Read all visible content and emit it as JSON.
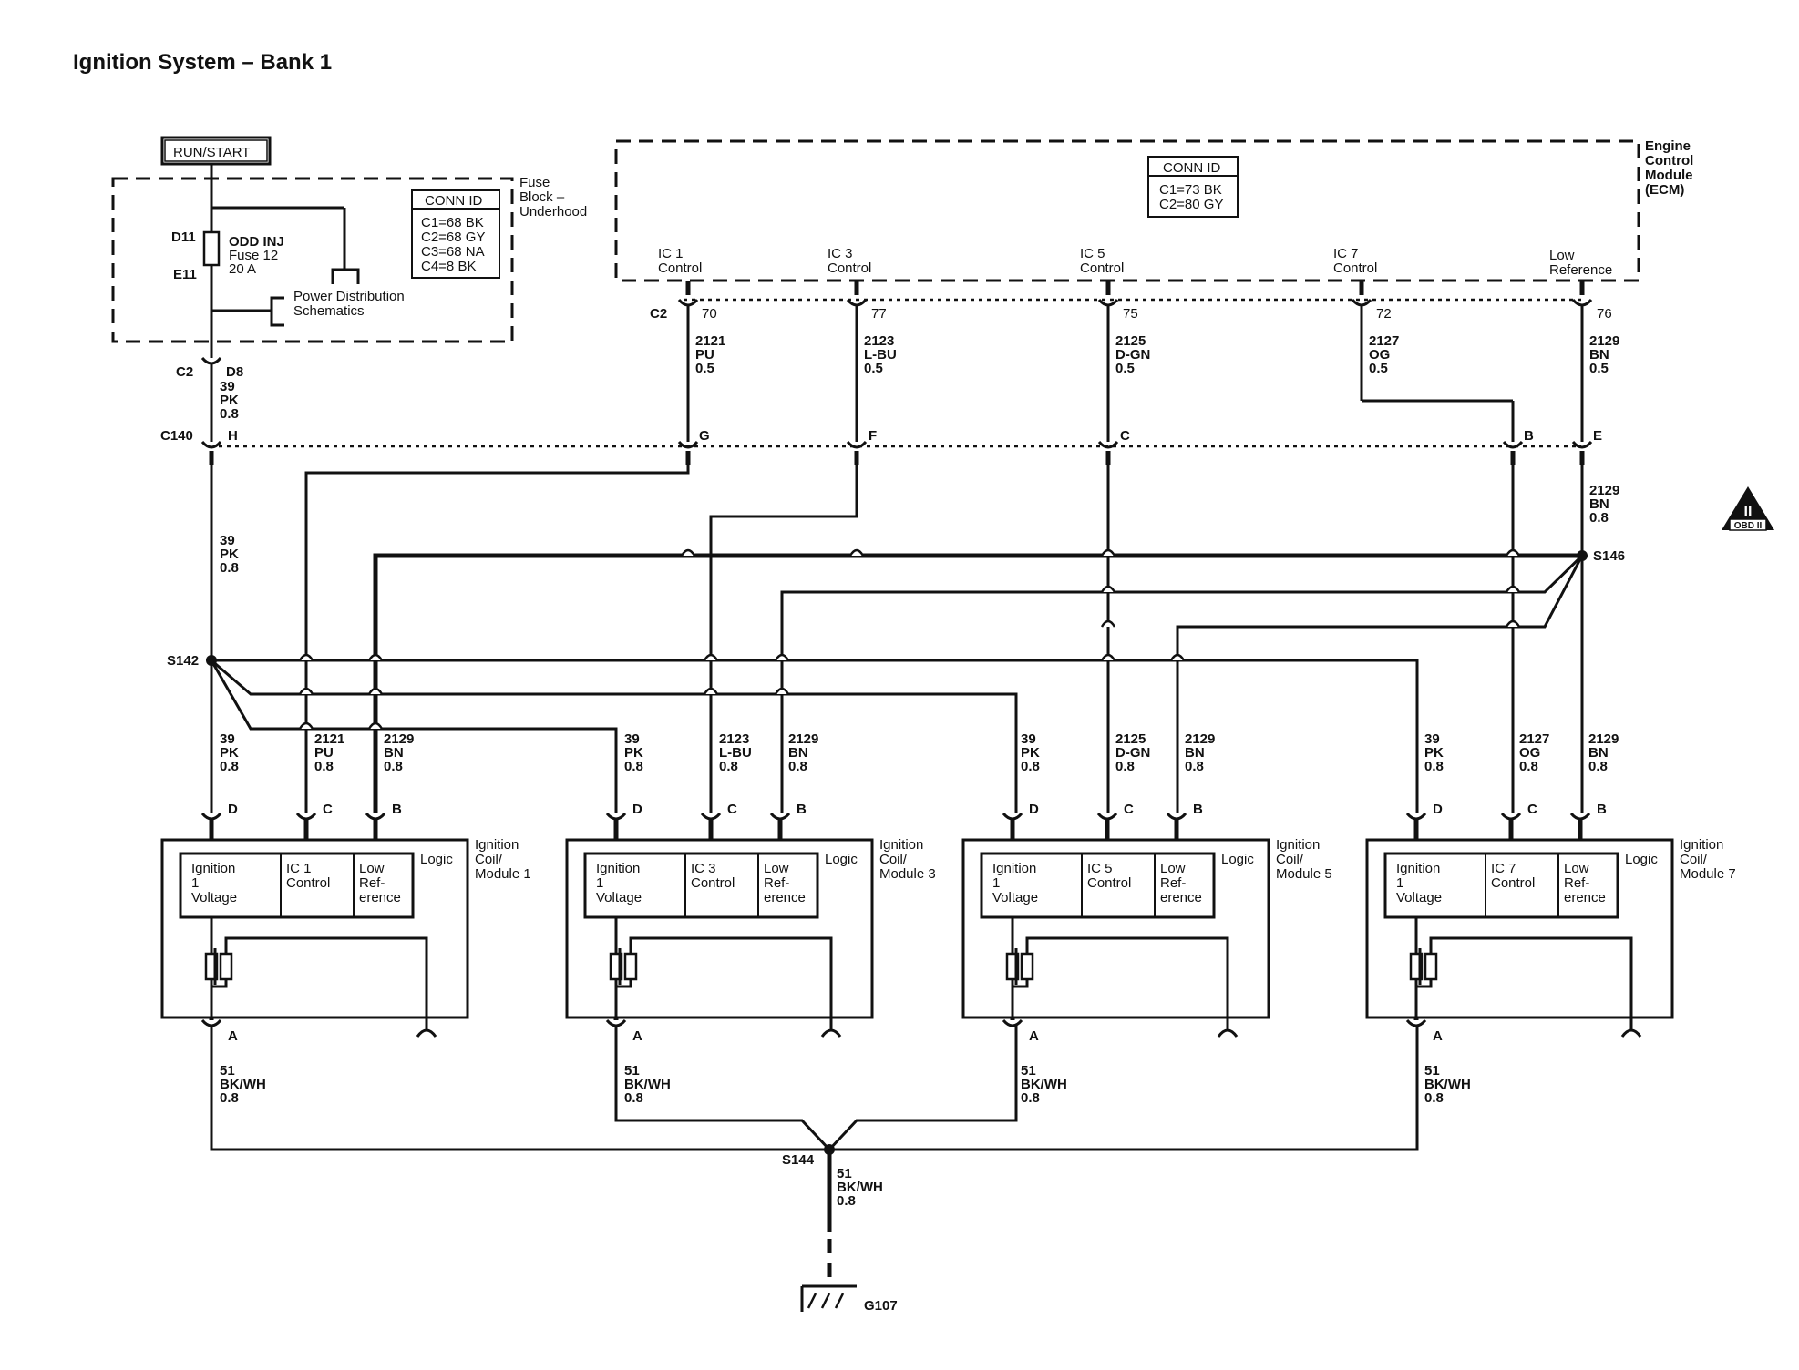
{
  "title": "Ignition System – Bank 1",
  "run_start": "RUN/START",
  "fuse_block": {
    "label_lines": [
      "Fuse",
      "Block –",
      "Underhood"
    ],
    "pin_top": "D11",
    "pin_bottom": "E11",
    "fuse_lines": [
      "ODD INJ",
      "Fuse 12",
      "20 A"
    ],
    "pds_lines": [
      "Power Distribution",
      "Schematics"
    ],
    "conn_title": "CONN ID",
    "conn_lines": [
      "C1=68 BK",
      "C2=68 GY",
      "C3=68 NA",
      "C4=8 BK"
    ]
  },
  "fuse_connector": {
    "conn": "C2",
    "pin": "D8"
  },
  "wire_39_top": [
    "39",
    "PK",
    "0.8"
  ],
  "ecm": {
    "label_lines": [
      "Engine",
      "Control",
      "Module",
      "(ECM)"
    ],
    "conn_title": "CONN ID",
    "conn_lines": [
      "C1=73 BK",
      "C2=80 GY"
    ],
    "conn_label": "C2",
    "pins": [
      {
        "label_lines": [
          "IC 1",
          "Control"
        ],
        "pin": "70",
        "wire": [
          "2121",
          "PU",
          "0.5"
        ],
        "c140": "G"
      },
      {
        "label_lines": [
          "IC 3",
          "Control"
        ],
        "pin": "77",
        "wire": [
          "2123",
          "L-BU",
          "0.5"
        ],
        "c140": "F"
      },
      {
        "label_lines": [
          "IC 5",
          "Control"
        ],
        "pin": "75",
        "wire": [
          "2125",
          "D-GN",
          "0.5"
        ],
        "c140": "C"
      },
      {
        "label_lines": [
          "IC 7",
          "Control"
        ],
        "pin": "72",
        "wire": [
          "2127",
          "OG",
          "0.5"
        ],
        "c140": "B"
      },
      {
        "label_lines": [
          "Low",
          "Reference"
        ],
        "pin": "76",
        "wire": [
          "2129",
          "BN",
          "0.5"
        ],
        "c140": "E"
      }
    ]
  },
  "c140": {
    "label": "C140",
    "pin_h": "H"
  },
  "s146": {
    "label": "S146",
    "wire": [
      "2129",
      "BN",
      "0.8"
    ]
  },
  "s142": {
    "label": "S142"
  },
  "wire_39_mid": [
    "39",
    "PK",
    "0.8"
  ],
  "obd": {
    "mark": "II",
    "label": "OBD II"
  },
  "modules": [
    {
      "title_lines": [
        "Ignition",
        "Coil/",
        "Module 1"
      ],
      "wires": [
        [
          "39",
          "PK",
          "0.8"
        ],
        [
          "2121",
          "PU",
          "0.8"
        ],
        [
          "2129",
          "BN",
          "0.8"
        ]
      ],
      "pins": [
        "D",
        "C",
        "B"
      ],
      "cells": [
        [
          "Ignition",
          "1",
          "Voltage"
        ],
        [
          "IC 1",
          "Control"
        ],
        [
          "Low",
          "Ref-",
          "erence"
        ]
      ],
      "logic": "Logic",
      "ground_pin": "A",
      "ground_wire": [
        "51",
        "BK/WH",
        "0.8"
      ]
    },
    {
      "title_lines": [
        "Ignition",
        "Coil/",
        "Module 3"
      ],
      "wires": [
        [
          "39",
          "PK",
          "0.8"
        ],
        [
          "2123",
          "L-BU",
          "0.8"
        ],
        [
          "2129",
          "BN",
          "0.8"
        ]
      ],
      "pins": [
        "D",
        "C",
        "B"
      ],
      "cells": [
        [
          "Ignition",
          "1",
          "Voltage"
        ],
        [
          "IC 3",
          "Control"
        ],
        [
          "Low",
          "Ref-",
          "erence"
        ]
      ],
      "logic": "Logic",
      "ground_pin": "A",
      "ground_wire": [
        "51",
        "BK/WH",
        "0.8"
      ]
    },
    {
      "title_lines": [
        "Ignition",
        "Coil/",
        "Module 5"
      ],
      "wires": [
        [
          "39",
          "PK",
          "0.8"
        ],
        [
          "2125",
          "D-GN",
          "0.8"
        ],
        [
          "2129",
          "BN",
          "0.8"
        ]
      ],
      "pins": [
        "D",
        "C",
        "B"
      ],
      "cells": [
        [
          "Ignition",
          "1",
          "Voltage"
        ],
        [
          "IC 5",
          "Control"
        ],
        [
          "Low",
          "Ref-",
          "erence"
        ]
      ],
      "logic": "Logic",
      "ground_pin": "A",
      "ground_wire": [
        "51",
        "BK/WH",
        "0.8"
      ]
    },
    {
      "title_lines": [
        "Ignition",
        "Coil/",
        "Module 7"
      ],
      "wires": [
        [
          "39",
          "PK",
          "0.8"
        ],
        [
          "2127",
          "OG",
          "0.8"
        ],
        [
          "2129",
          "BN",
          "0.8"
        ]
      ],
      "pins": [
        "D",
        "C",
        "B"
      ],
      "cells": [
        [
          "Ignition",
          "1",
          "Voltage"
        ],
        [
          "IC 7",
          "Control"
        ],
        [
          "Low",
          "Ref-",
          "erence"
        ]
      ],
      "logic": "Logic",
      "ground_pin": "A",
      "ground_wire": [
        "51",
        "BK/WH",
        "0.8"
      ]
    }
  ],
  "s144": {
    "label": "S144",
    "wire": [
      "51",
      "BK/WH",
      "0.8"
    ]
  },
  "ground": {
    "label": "G107"
  }
}
